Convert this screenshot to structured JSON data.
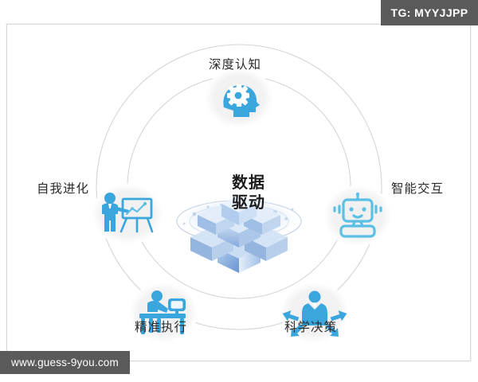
{
  "overlay": {
    "tg_badge": "TG: MYYJJPP",
    "url_badge": "www.guess-9you.com"
  },
  "diagram": {
    "type": "hub-and-spoke-circular",
    "center": {
      "title_line1": "数据",
      "title_line2": "驱动",
      "graphic": "isometric-data-cube-with-orbit-rings"
    },
    "accent_color": "#3aa6dd",
    "accent_color_light": "#6fc8e8",
    "ring_color": "#cfd4d8",
    "node_bg_color": "#f1f1f1",
    "nodes": [
      {
        "id": "deep-cognition",
        "label": "深度认知",
        "icon": "head-gear-icon",
        "position": "top",
        "angle_deg": 90
      },
      {
        "id": "intelligent-interaction",
        "label": "智能交互",
        "icon": "robot-icon",
        "position": "right",
        "angle_deg": 20
      },
      {
        "id": "scientific-decision",
        "label": "科学决策",
        "icon": "person-arrows-icon",
        "position": "bottom-right",
        "angle_deg": -55
      },
      {
        "id": "precise-execution",
        "label": "精准执行",
        "icon": "person-desk-computer-icon",
        "position": "bottom-left",
        "angle_deg": -125
      },
      {
        "id": "self-evolution",
        "label": "自我进化",
        "icon": "person-presenting-board-icon",
        "position": "left",
        "angle_deg": 160
      }
    ]
  }
}
